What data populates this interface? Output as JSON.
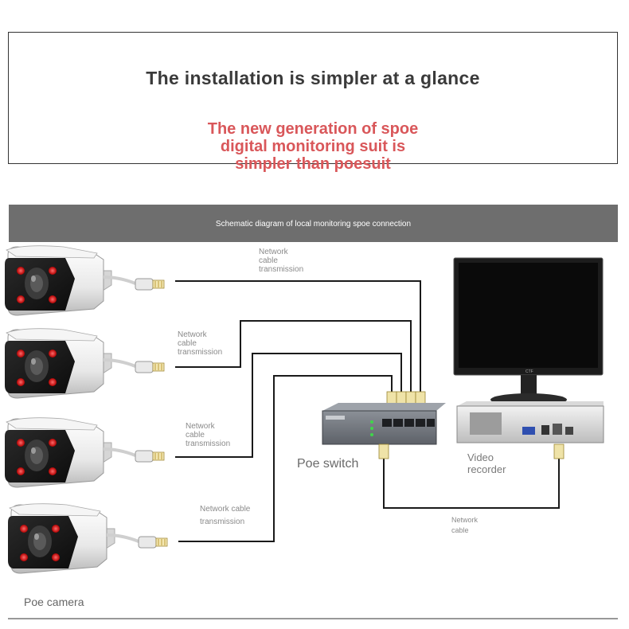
{
  "header": {
    "title": "The installation is simpler at a glance",
    "subtitle_lines": [
      "The new generation of spoe",
      "digital monitoring suit is",
      "simpler than poesuit"
    ]
  },
  "banner": {
    "text": "Schematic diagram of local monitoring spoe connection"
  },
  "cables": {
    "cam1": [
      "Network",
      "cable",
      "transmission"
    ],
    "cam2": [
      "Network",
      "cable",
      "transmission"
    ],
    "cam3": [
      "Network",
      "cable",
      "transmission"
    ],
    "cam4": [
      "Network cable",
      "transmission"
    ],
    "recorder": [
      "Network",
      "cable"
    ]
  },
  "devices": {
    "camera_label": "Poe camera",
    "switch_label": "Poe switch",
    "recorder_label": [
      "Video",
      "recorder"
    ],
    "monitor_brand": "CTF"
  },
  "colors": {
    "accent_red": "#d9575a",
    "banner": "#6e6e6e",
    "line": "#1a1a1a"
  }
}
